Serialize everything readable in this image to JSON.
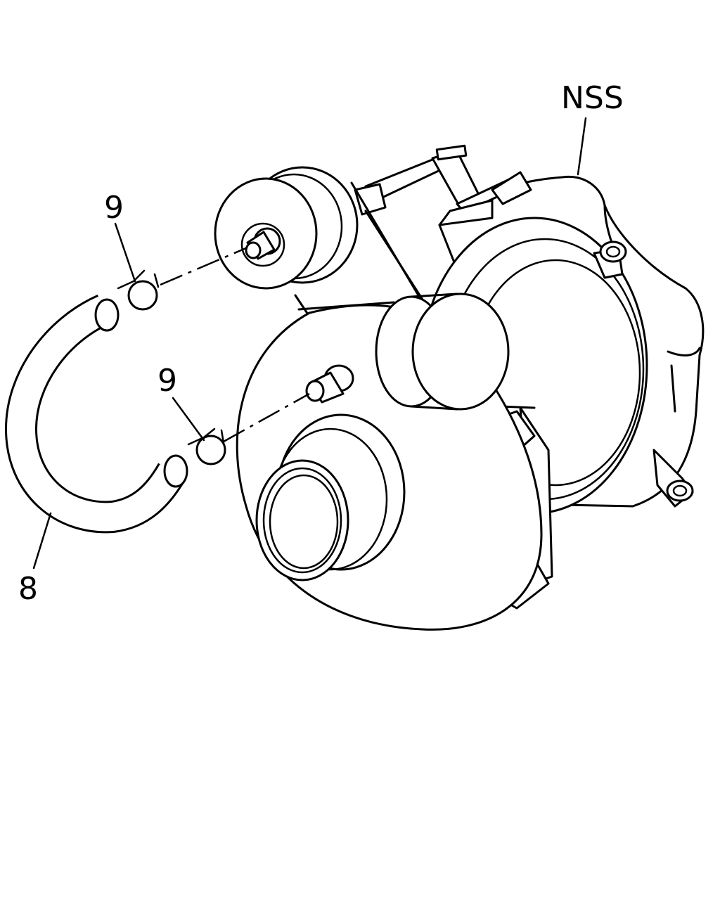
{
  "callouts": {
    "nss": "NSS",
    "clamp_upper": "9",
    "clamp_lower": "9",
    "hose": "8"
  }
}
